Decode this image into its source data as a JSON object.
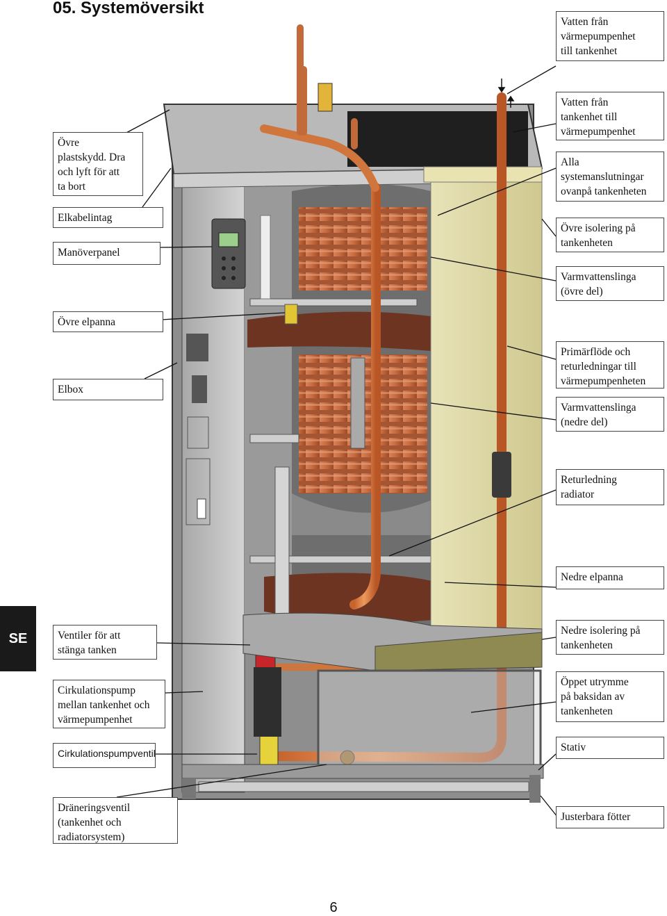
{
  "page": {
    "title": "05. Systemöversikt",
    "language_tab": "SE",
    "page_number": "6"
  },
  "labels_left": [
    {
      "text": "Övre\nplastskydd. Dra\noch lyft för att\nta bort"
    },
    {
      "text": "Elkabelintag"
    },
    {
      "text": "Manöverpanel"
    },
    {
      "text": "Övre elpanna"
    },
    {
      "text": "Elbox"
    },
    {
      "text": "Ventiler för att\nstänga tanken"
    },
    {
      "text": "Cirkulationspump\nmellan tankenhet och\nvärmepumpenhet"
    },
    {
      "text": "Cirkulationspumpventil"
    },
    {
      "text": "Dräneringsventil\n(tankenhet och\nradiatorsystem)"
    }
  ],
  "labels_right": [
    {
      "text": "Vatten från\nvärmepumpenhet\ntill tankenhet"
    },
    {
      "text": "Vatten från\ntankenhet till\nvärmepumpenhet"
    },
    {
      "text": "Alla\nsystemanslutningar\novanpå tankenheten"
    },
    {
      "text": "Övre isolering på\ntankenheten"
    },
    {
      "text": "Varmvattenslinga\n(övre del)"
    },
    {
      "text": "Primärflöde och\nreturledningar till\nvärmepumpenheten"
    },
    {
      "text": "Varmvattenslinga\n(nedre del)"
    },
    {
      "text": "Returledning\nradiator"
    },
    {
      "text": "Nedre elpanna"
    },
    {
      "text": "Nedre isolering på\ntankenheten"
    },
    {
      "text": "Öppet utrymme\npå baksidan av\ntankenheten"
    },
    {
      "text": "Stativ"
    },
    {
      "text": "Justerbara fötter"
    }
  ]
}
